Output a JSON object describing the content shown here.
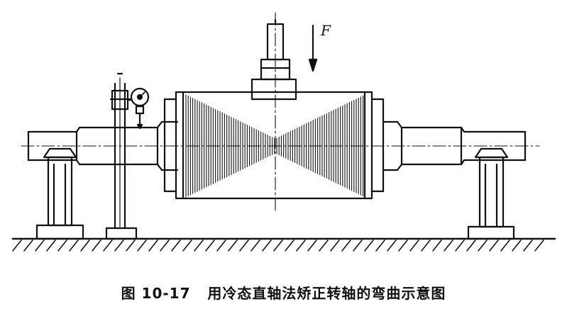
{
  "figure": {
    "force_label": "F",
    "caption_number": "图 10-17",
    "caption_text": "用冷态直轴法矫正转轴的弯曲示意图"
  },
  "colors": {
    "ink": "#111111",
    "paper": "#ffffff"
  }
}
